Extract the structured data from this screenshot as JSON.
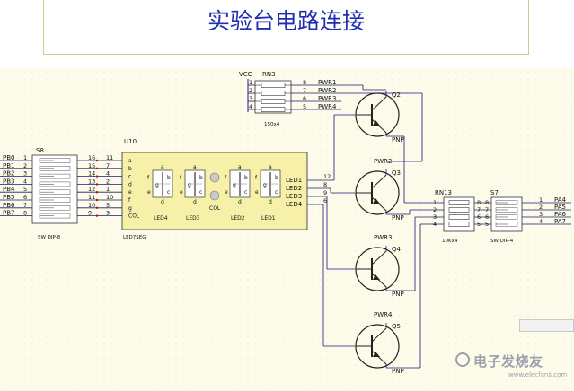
{
  "title": "实验台电路连接",
  "watermark": {
    "text": "电子发烧友",
    "url": "www.elecfans.com"
  },
  "labels": {
    "vcc": "VCC",
    "rn3": "RN3",
    "rn3_value": "150x4",
    "s8": "S8",
    "s8_name": "SW DIP-8",
    "u10": "U10",
    "u10_name": "LED7SEG",
    "col_label": "COL",
    "rn13": "RN13",
    "rn13_value": "10Kx4",
    "s7": "S7",
    "s7_name": "SW DIP-4",
    "pnp": "PNP",
    "transistors": [
      "Q2",
      "Q3",
      "Q4",
      "Q5"
    ],
    "pwr_top": [
      "PWR1",
      "PWR2",
      "PWR3",
      "PWR4"
    ],
    "pwr_side": [
      "PWR2",
      "PWR3",
      "PWR4"
    ],
    "rn3_left_pins": [
      "1",
      "2",
      "3",
      "4"
    ],
    "rn3_right_pins": [
      "8",
      "7",
      "6",
      "5"
    ],
    "pb": [
      "PB0",
      "PB1",
      "PB2",
      "PB3",
      "PB4",
      "PB5",
      "PB6",
      "PB7"
    ],
    "s8_left_pins": [
      "1",
      "2",
      "3",
      "4",
      "5",
      "6",
      "7",
      "8"
    ],
    "s8_right_pins": [
      "16",
      "15",
      "14",
      "13",
      "12",
      "11",
      "10",
      "9"
    ],
    "u10_in_pins": [
      "11",
      "7",
      "4",
      "2",
      "1",
      "10",
      "5",
      "3"
    ],
    "seg_letters": [
      "a",
      "b",
      "c",
      "d",
      "e",
      "f",
      "g",
      "COL"
    ],
    "led_out": [
      "LED1",
      "LED2",
      "LED3",
      "LED4"
    ],
    "led_out_pins": [
      "12",
      "8",
      "9",
      "6"
    ],
    "digit_names": [
      "LED4",
      "LED3",
      "LED2",
      "LED1"
    ],
    "digit_col": "COL",
    "rn13_left_pins": [
      "1",
      "2",
      "3",
      "4"
    ],
    "rn13_right_pins": [
      "8",
      "7",
      "6",
      "5"
    ],
    "s7_left_pins": [
      "8",
      "7",
      "6",
      "5"
    ],
    "s7_right_pins": [
      "1",
      "2",
      "3",
      "4"
    ],
    "pa": [
      "PA4",
      "PA5",
      "PA6",
      "PA7"
    ]
  },
  "colors": {
    "title": "#1f2fb0",
    "wire": "#1a1a7a",
    "chip_fill": "#f7f0a8",
    "sheet": "#fdfbe9"
  }
}
